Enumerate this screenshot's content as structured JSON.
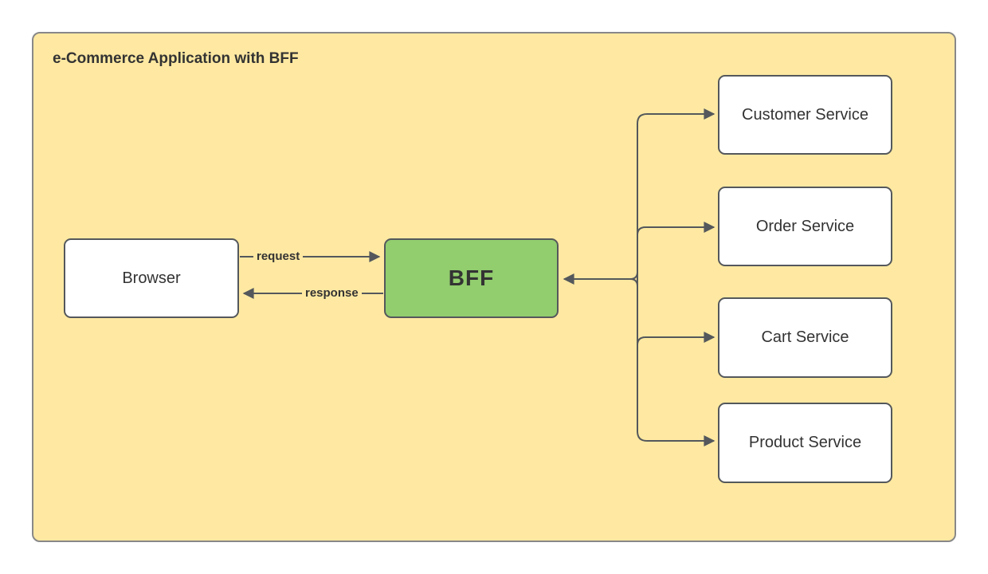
{
  "diagram": {
    "title": "e-Commerce Application with BFF",
    "nodes": [
      {
        "id": "browser",
        "label": "Browser"
      },
      {
        "id": "bff",
        "label": "BFF"
      },
      {
        "id": "customer-service",
        "label": "Customer Service"
      },
      {
        "id": "order-service",
        "label": "Order Service"
      },
      {
        "id": "cart-service",
        "label": "Cart Service"
      },
      {
        "id": "product-service",
        "label": "Product Service"
      }
    ],
    "edges": [
      {
        "from": "browser",
        "to": "bff",
        "label": "request"
      },
      {
        "from": "bff",
        "to": "browser",
        "label": "response"
      },
      {
        "from": "services-trunk",
        "to": "bff",
        "label": ""
      },
      {
        "from": "services-trunk",
        "to": "customer-service",
        "label": ""
      },
      {
        "from": "services-trunk",
        "to": "order-service",
        "label": ""
      },
      {
        "from": "services-trunk",
        "to": "cart-service",
        "label": ""
      },
      {
        "from": "services-trunk",
        "to": "product-service",
        "label": ""
      }
    ],
    "colors": {
      "canvas_background": "#FFFFFF",
      "container_fill": "#FFE9A2",
      "container_border": "#888888",
      "node_fill": "#FFFFFF",
      "bff_fill": "#92CD6E",
      "line": "#54585C",
      "text": "#333333"
    }
  }
}
